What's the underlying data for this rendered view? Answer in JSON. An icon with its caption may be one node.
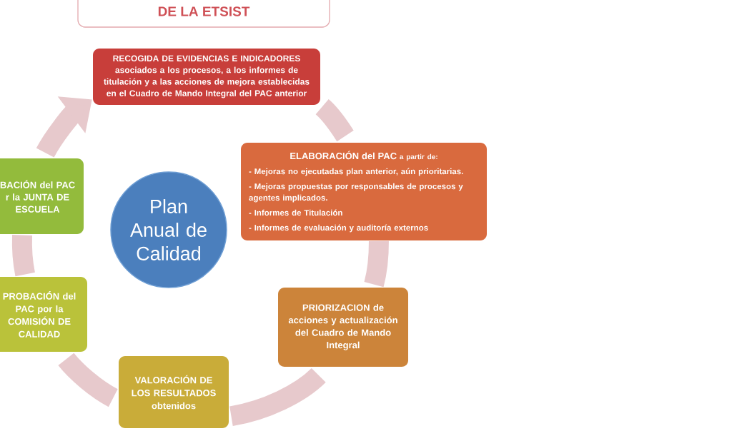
{
  "diagram": {
    "title": "DE LA ETSIST",
    "nodes": [
      {
        "text": [
          "RECOGIDA DE EVIDENCIAS E INDICADORES asociados a los procesos, a los informes de titulación y a las acciones de mejora establecidas en el Cuadro de Mando Integral del PAC anterior"
        ]
      },
      {
        "text": [
          "ELABORACIÓN del PAC",
          "a partir de:",
          "- Mejoras no ejecutadas plan anterior, aún prioritarias.",
          "- Mejoras propuestas por responsables de procesos y agentes implicados.",
          "- Informes de Titulación",
          "- Informes de evaluación y auditoría externos"
        ]
      },
      {
        "text": [
          "BACIÓN del PAC r la JUNTA DE ESCUELA"
        ]
      },
      {
        "text": [
          "Plan Anual de Calidad"
        ]
      },
      {
        "text": [
          "PROBACIÓN del PAC por la COMISIÓN DE CALIDAD"
        ]
      },
      {
        "text": [
          "PRIORIZACION de acciones y actualización del Cuadro de Mando Integral"
        ]
      },
      {
        "text": [
          "VALORACIÓN DE LOS RESULTADOS obtenidos"
        ]
      }
    ],
    "edges": [
      {
        "from": 0,
        "to": 1,
        "arrow": "none"
      },
      {
        "from": 1,
        "to": 5,
        "arrow": "none"
      },
      {
        "from": 5,
        "to": 6,
        "arrow": "none"
      },
      {
        "from": 6,
        "to": 4,
        "arrow": "none"
      },
      {
        "from": 4,
        "to": 2,
        "arrow": "none"
      },
      {
        "from": 2,
        "to": 0,
        "arrow": "to"
      }
    ]
  }
}
